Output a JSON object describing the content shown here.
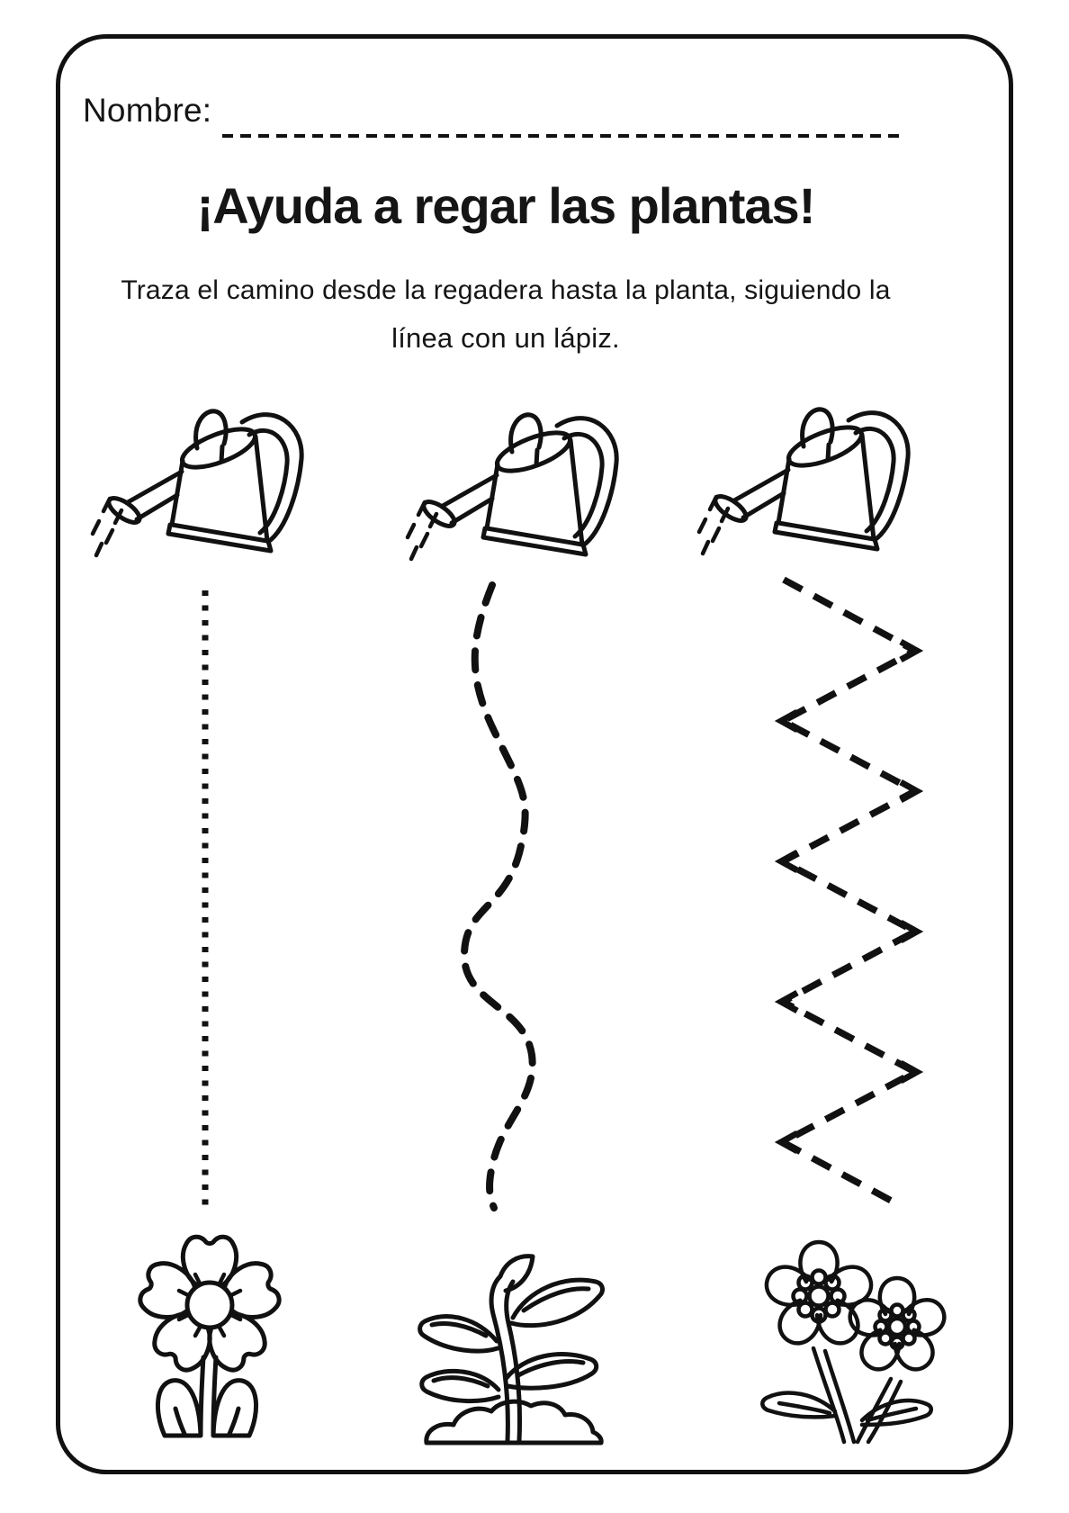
{
  "page": {
    "name_label": "Nombre:",
    "title": "¡Ayuda a regar las plantas!",
    "instructions_line1": "Traza el camino desde la regadera hasta la planta, siguiendo la",
    "instructions_line2": "línea con un lápiz."
  },
  "colors": {
    "ink": "#111111",
    "paper": "#ffffff"
  },
  "activity": {
    "rows": [
      {
        "source": "watering-can-icon",
        "path_style": "dotted-straight-line",
        "target": "flower-icon"
      },
      {
        "source": "watering-can-icon",
        "path_style": "dashed-wavy-line",
        "target": "seedling-icon"
      },
      {
        "source": "watering-can-icon",
        "path_style": "dashed-zigzag-line",
        "target": "two-flowers-icon"
      }
    ]
  }
}
